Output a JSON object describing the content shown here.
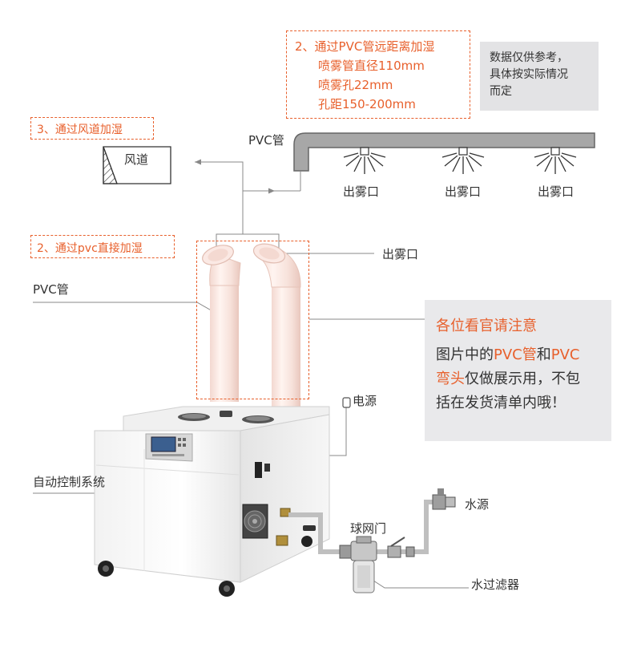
{
  "pvc_long_pipe": {
    "heading": "2、通过PVC管远距离加湿",
    "lines": [
      "喷雾管直径110mm",
      "喷雾孔22mm",
      "孔距150-200mm"
    ],
    "pipe_label": "PVC管",
    "outlet_label": "出雾口"
  },
  "reference_note": [
    "数据仅供参考，",
    "具体按实际情况",
    "而定"
  ],
  "duct_mode": {
    "heading": "3、通过风道加湿",
    "duct_label": "风道"
  },
  "direct_pvc_mode": {
    "heading": "2、通过pvc直接加湿",
    "outlet_label": "出雾口"
  },
  "pvc_pipe_label": "PVC管",
  "notice": {
    "title": "各位看官请注意",
    "line1_a": "图片中的",
    "line1_b": "PVC管",
    "line1_c": "和",
    "line1_d": "PVC",
    "line2_a": "弯头",
    "line2_b": "仅做展示用，不包",
    "line3": "括在发货清单内哦！"
  },
  "power_label": "电源",
  "auto_control_label": "自动控制系统",
  "water_source_label": "水源",
  "ball_valve_label": "球网门",
  "water_filter_label": "水过滤器",
  "colors": {
    "accent": "#e8602c",
    "line": "#888888",
    "pipe_gray": "#a7a7a7"
  }
}
